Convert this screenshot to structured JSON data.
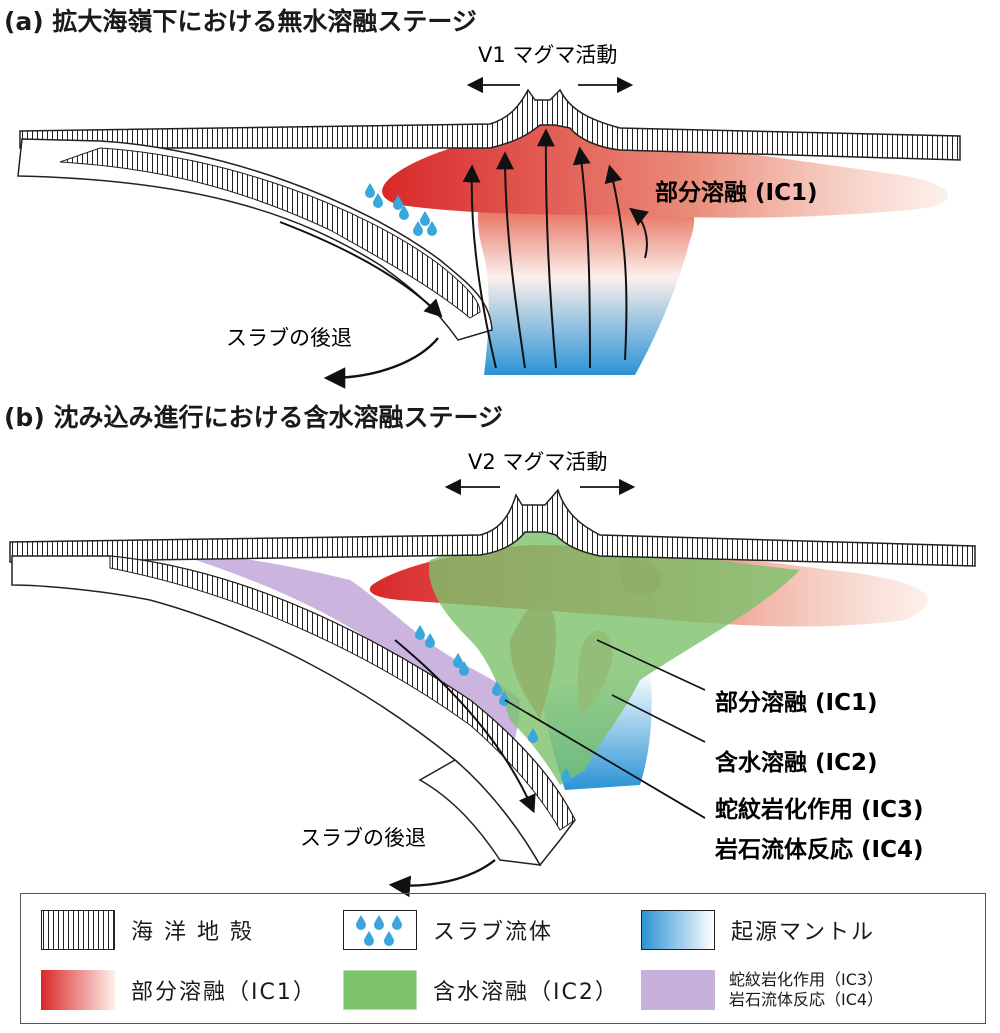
{
  "panel_a": {
    "title": "(a) 拡大海嶺下における無水溶融ステージ",
    "volcanism_label": "V1 マグマ活動",
    "melt_label": "部分溶融 (IC1)",
    "rollback_label": "スラブの後退"
  },
  "panel_b": {
    "title": "(b) 沈み込み進行における含水溶融ステージ",
    "volcanism_label": "V2 マグマ活動",
    "rollback_label": "スラブの後退",
    "callouts": [
      "部分溶融 (IC1)",
      "含水溶融 (IC2)",
      "蛇紋岩化作用 (IC3)",
      "岩石流体反応 (IC4)"
    ]
  },
  "legend": {
    "oceanic_crust": "海 洋 地 殻",
    "slab_fluid": "スラブ流体",
    "source_mantle": "起源マントル",
    "partial_melting": "部分溶融（IC1）",
    "hydrous_melting": "含水溶融（IC2）",
    "serpentinization": "蛇紋岩化作用（IC3）",
    "rock_fluid_reaction": "岩石流体反応（IC4）"
  },
  "colors": {
    "partial_melt_red": "#d9282a",
    "hydrous_melt_green": "#7cc26b",
    "source_mantle_blue": "#2a93d5",
    "serpentinite_purple": "#c8b0dc",
    "fluid_blue": "#3aa7dc"
  }
}
